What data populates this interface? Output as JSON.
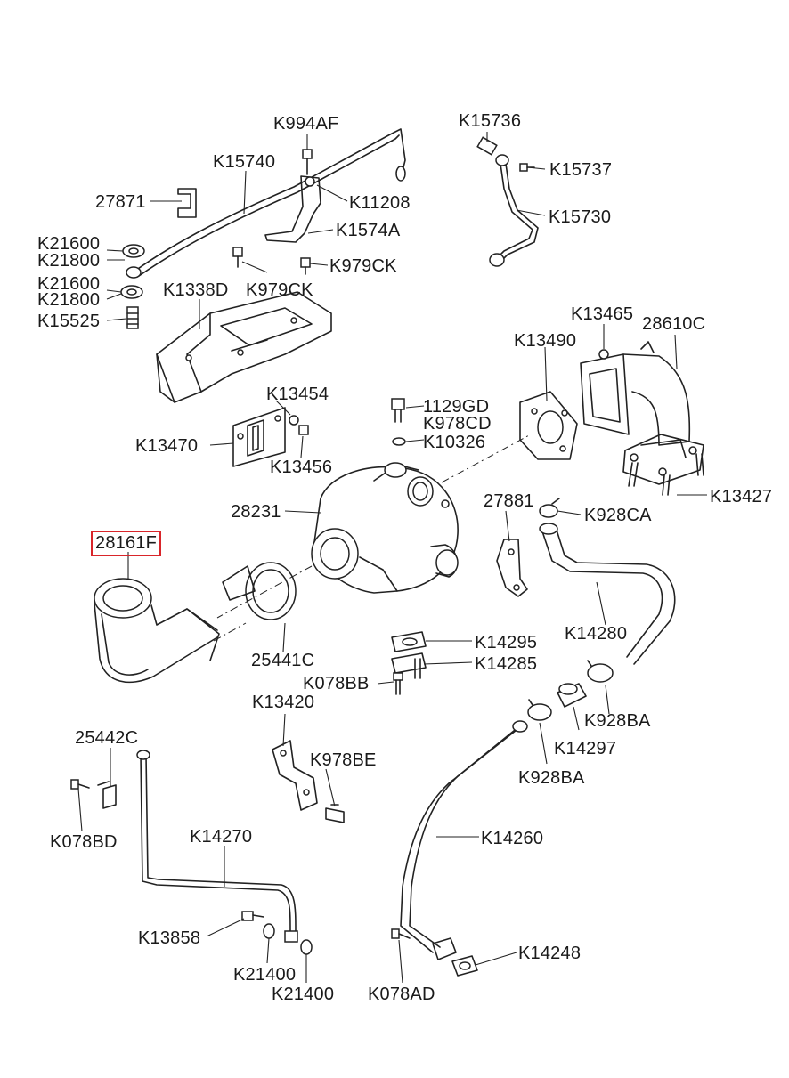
{
  "labels": {
    "K994AF": "K994AF",
    "K15736": "K15736",
    "K15740": "K15740",
    "K15737": "K15737",
    "n27871": "27871",
    "K11208": "K11208",
    "K15730": "K15730",
    "K1574A": "K1574A",
    "K21600a": "K21600",
    "K21800a": "K21800",
    "K979CK_a": "K979CK",
    "K21600b": "K21600",
    "K1338D": "K1338D",
    "K979CK_b": "K979CK",
    "K21800b": "K21800",
    "K15525": "K15525",
    "K13465": "K13465",
    "n28610C": "28610C",
    "K13490": "K13490",
    "K13454": "K13454",
    "n1129GD": "1129GD",
    "K978CD": "K978CD",
    "K13470": "K13470",
    "K10326": "K10326",
    "K13456": "K13456",
    "K13427": "K13427",
    "n27881": "27881",
    "n28231": "28231",
    "K928CA": "K928CA",
    "n28161F": "28161F",
    "K14295": "K14295",
    "K14280": "K14280",
    "K14285": "K14285",
    "n25441C": "25441C",
    "K078BB": "K078BB",
    "K13420": "K13420",
    "K928BA_a": "K928BA",
    "n25442C": "25442C",
    "K14297": "K14297",
    "K978BE": "K978BE",
    "K928BA_b": "K928BA",
    "K078BD": "K078BD",
    "K14270": "K14270",
    "K14260": "K14260",
    "K13858": "K13858",
    "K14248": "K14248",
    "K21400a": "K21400",
    "K21400b": "K21400",
    "K078AD": "K078AD"
  },
  "highlight": {
    "part": "28161F",
    "color": "#d9252a"
  }
}
